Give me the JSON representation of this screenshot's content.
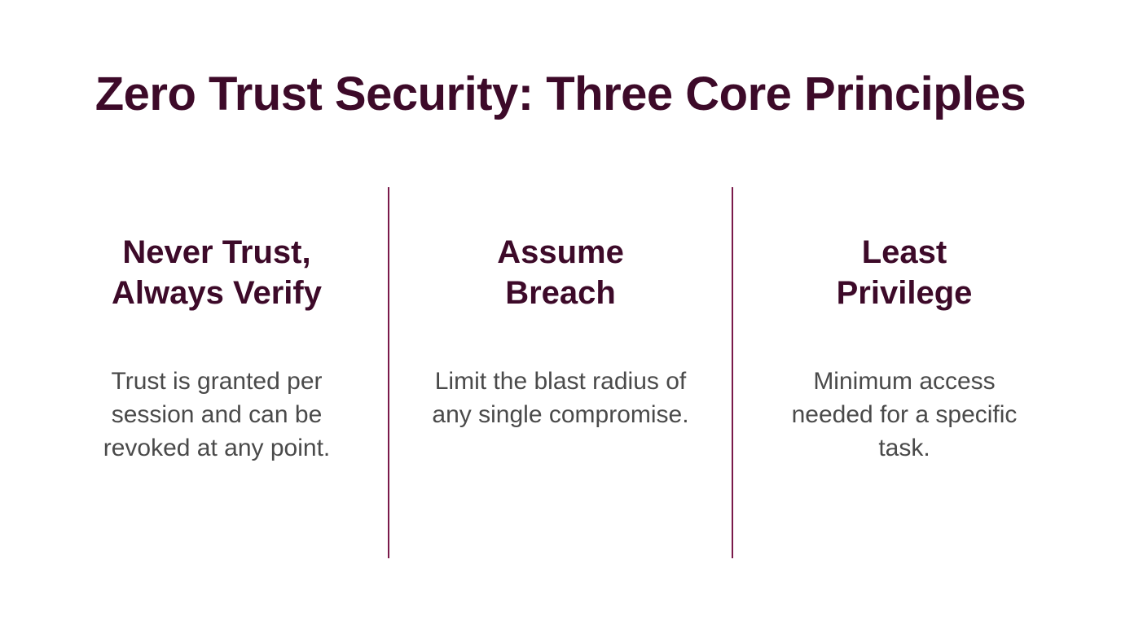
{
  "slide": {
    "title": "Zero Trust Security: Three Core Principles"
  },
  "principles": [
    {
      "heading_lines": [
        "Never Trust,",
        "Always Verify"
      ],
      "body_lines": [
        "Trust is granted per",
        "session and can be",
        "revoked at any point."
      ]
    },
    {
      "heading_lines": [
        "Assume",
        "Breach"
      ],
      "body_lines": [
        "Limit the blast radius of",
        "any single compromise."
      ]
    },
    {
      "heading_lines": [
        "Least",
        "Privilege"
      ],
      "body_lines": [
        "Minimum access",
        "needed for a specific",
        "task."
      ]
    }
  ],
  "colors": {
    "title": "#3d0a29",
    "divider": "#7a1a4a",
    "body_text": "#4a4a4a"
  }
}
